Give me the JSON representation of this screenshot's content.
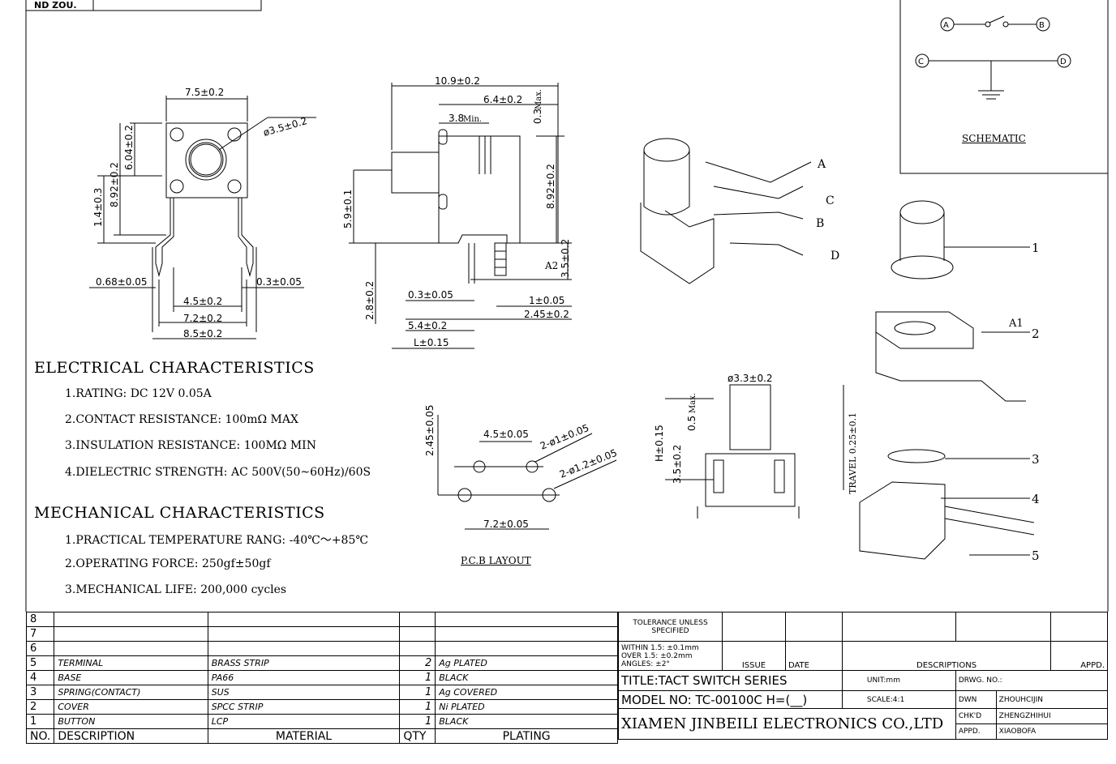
{
  "dimensions": {
    "front": [
      "7.5±0.2",
      "ø3.5±0.2",
      "6.04±0.2",
      "8.92±0.2",
      "1.4±0.3",
      "0.68±0.05",
      "0.3±0.05",
      "4.5±0.2",
      "7.2±0.2",
      "8.5±0.2"
    ],
    "side": [
      "10.9±0.2",
      "6.4±0.2",
      "3.8",
      "Min.",
      "0.3",
      "Max.",
      "5.9±0.1",
      "8.92±0.2",
      "A2",
      "3.5±0.2",
      "2.8±0.2",
      "0.3±0.05",
      "1±0.05",
      "2.45±0.2",
      "5.4±0.2",
      "L±0.15"
    ],
    "pcb": [
      "2.45±0.05",
      "4.5±0.05",
      "2-ø1±0.05",
      "2-ø1.2±0.05",
      "7.2±0.05"
    ],
    "button": [
      "ø3.3±0.2",
      "0.5",
      "Max.",
      "H±0.15",
      "3.5±0.2",
      "TRAVEL 0.25±0.1"
    ],
    "iso_labels": [
      "A",
      "B",
      "C",
      "D"
    ],
    "parts": [
      "1",
      "2",
      "3",
      "4",
      "5",
      "A1"
    ]
  },
  "schematic": {
    "nodes": [
      "A",
      "B",
      "C",
      "D"
    ],
    "title": "SCHEMATIC"
  },
  "pcb_title": "P.C.B LAYOUT",
  "electrical": {
    "heading": "ELECTRICAL CHARACTERISTICS",
    "items": [
      "1.RATING: DC 12V 0.05A",
      "2.CONTACT RESISTANCE: 100mΩ MAX",
      "3.INSULATION RESISTANCE: 100MΩ MIN",
      "4.DIELECTRIC STRENGTH: AC 500V(50~60Hz)/60S"
    ]
  },
  "mechanical": {
    "heading": "MECHANICAL CHARACTERISTICS",
    "items": [
      "1.PRACTICAL TEMPERATURE RANG: -40℃～+85℃",
      "2.OPERATING FORCE: 250gf±50gf",
      "3.MECHANICAL LIFE: 200,000 cycles"
    ]
  },
  "bom": {
    "rows": [
      {
        "no": "8",
        "desc": "",
        "mat": "",
        "qty": "",
        "plating": ""
      },
      {
        "no": "7",
        "desc": "",
        "mat": "",
        "qty": "",
        "plating": ""
      },
      {
        "no": "6",
        "desc": "",
        "mat": "",
        "qty": "",
        "plating": ""
      },
      {
        "no": "5",
        "desc": "TERMINAL",
        "mat": "BRASS STRIP",
        "qty": "2",
        "plating": "Ag PLATED"
      },
      {
        "no": "4",
        "desc": "BASE",
        "mat": "PA66",
        "qty": "1",
        "plating": "BLACK"
      },
      {
        "no": "3",
        "desc": "SPRING(CONTACT)",
        "mat": "SUS",
        "qty": "1",
        "plating": "Ag COVERED"
      },
      {
        "no": "2",
        "desc": "COVER",
        "mat": "SPCC STRIP",
        "qty": "1",
        "plating": "Ni PLATED"
      },
      {
        "no": "1",
        "desc": "BUTTON",
        "mat": "LCP",
        "qty": "1",
        "plating": "BLACK"
      }
    ],
    "header": {
      "no": "NO.",
      "desc": "DESCRIPTION",
      "mat": "MATERIAL",
      "qty": "QTY",
      "plating": "PLATING"
    }
  },
  "title_block": {
    "tolerance": "TOLERANCE UNLESS SPECIFIED",
    "tol1": "WITHIN 1.5: ±0.1mm",
    "tol2": "OVER 1.5: ±0.2mm",
    "tol3": "ANGLES: ±2°",
    "issue": "ISSUE",
    "date": "DATE",
    "descriptions": "DESCRIPTIONS",
    "appd": "APPD.",
    "title": "TITLE:TACT SWITCH SERIES",
    "unit": "UNIT:mm",
    "drwg": "DRWG. NO.:",
    "model": "MODEL NO: TC-00100C H=(__)",
    "scale": "SCALE:4:1",
    "dwn": "DWN",
    "dwn_name": "ZHOUHCIJIN",
    "company": "XIAMEN JINBEILI ELECTRONICS CO.,LTD",
    "chkd": "CHK'D",
    "chkd_name": "ZHENGZHIHUI",
    "appd2": "APPD.",
    "appd_name": "XIAOBOFA"
  },
  "top_left_fragment": "ND ZOU."
}
